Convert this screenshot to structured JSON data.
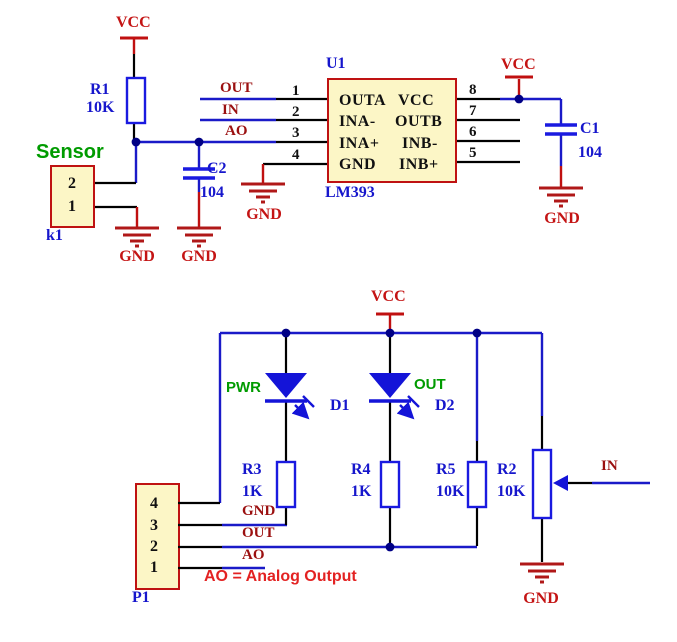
{
  "power": {
    "vcc": "VCC",
    "gnd": "GND"
  },
  "colors": {
    "wire_blue": "#1A1AC8",
    "component_blue": "#1A1AE0",
    "power_red": "#C01010",
    "net_maroon": "#9B1010",
    "label_green": "#009B00",
    "box_fill": "#FCF6C6",
    "box_border": "#BF1212",
    "note_red": "#E32222"
  },
  "top": {
    "u1": {
      "ref": "U1",
      "part": "LM393",
      "left_pins": [
        "OUTA",
        "INA-",
        "INA+",
        "GND"
      ],
      "right_pins": [
        "VCC",
        "OUTB",
        "INB-",
        "INB+"
      ],
      "left_numbers": [
        "1",
        "2",
        "3",
        "4"
      ],
      "right_numbers": [
        "8",
        "7",
        "6",
        "5"
      ]
    },
    "r1": {
      "ref": "R1",
      "value": "10K"
    },
    "c1": {
      "ref": "C1",
      "value": "104"
    },
    "c2": {
      "ref": "C2",
      "value": "104"
    },
    "sensor": {
      "title": "Sensor",
      "ref": "k1",
      "pins": [
        "2",
        "1"
      ]
    },
    "nets": {
      "out": "OUT",
      "in": "IN",
      "ao": "AO"
    }
  },
  "bottom": {
    "p1": {
      "ref": "P1",
      "pins": [
        "4",
        "3",
        "2",
        "1"
      ]
    },
    "d1": {
      "ref": "D1",
      "label": "PWR"
    },
    "d2": {
      "ref": "D2",
      "label": "OUT"
    },
    "r2": {
      "ref": "R2",
      "value": "10K"
    },
    "r3": {
      "ref": "R3",
      "value": "1K"
    },
    "r4": {
      "ref": "R4",
      "value": "1K"
    },
    "r5": {
      "ref": "R5",
      "value": "10K"
    },
    "nets": {
      "gnd": "GND",
      "out": "OUT",
      "ao": "AO",
      "in": "IN"
    },
    "note": "AO = Analog Output"
  }
}
